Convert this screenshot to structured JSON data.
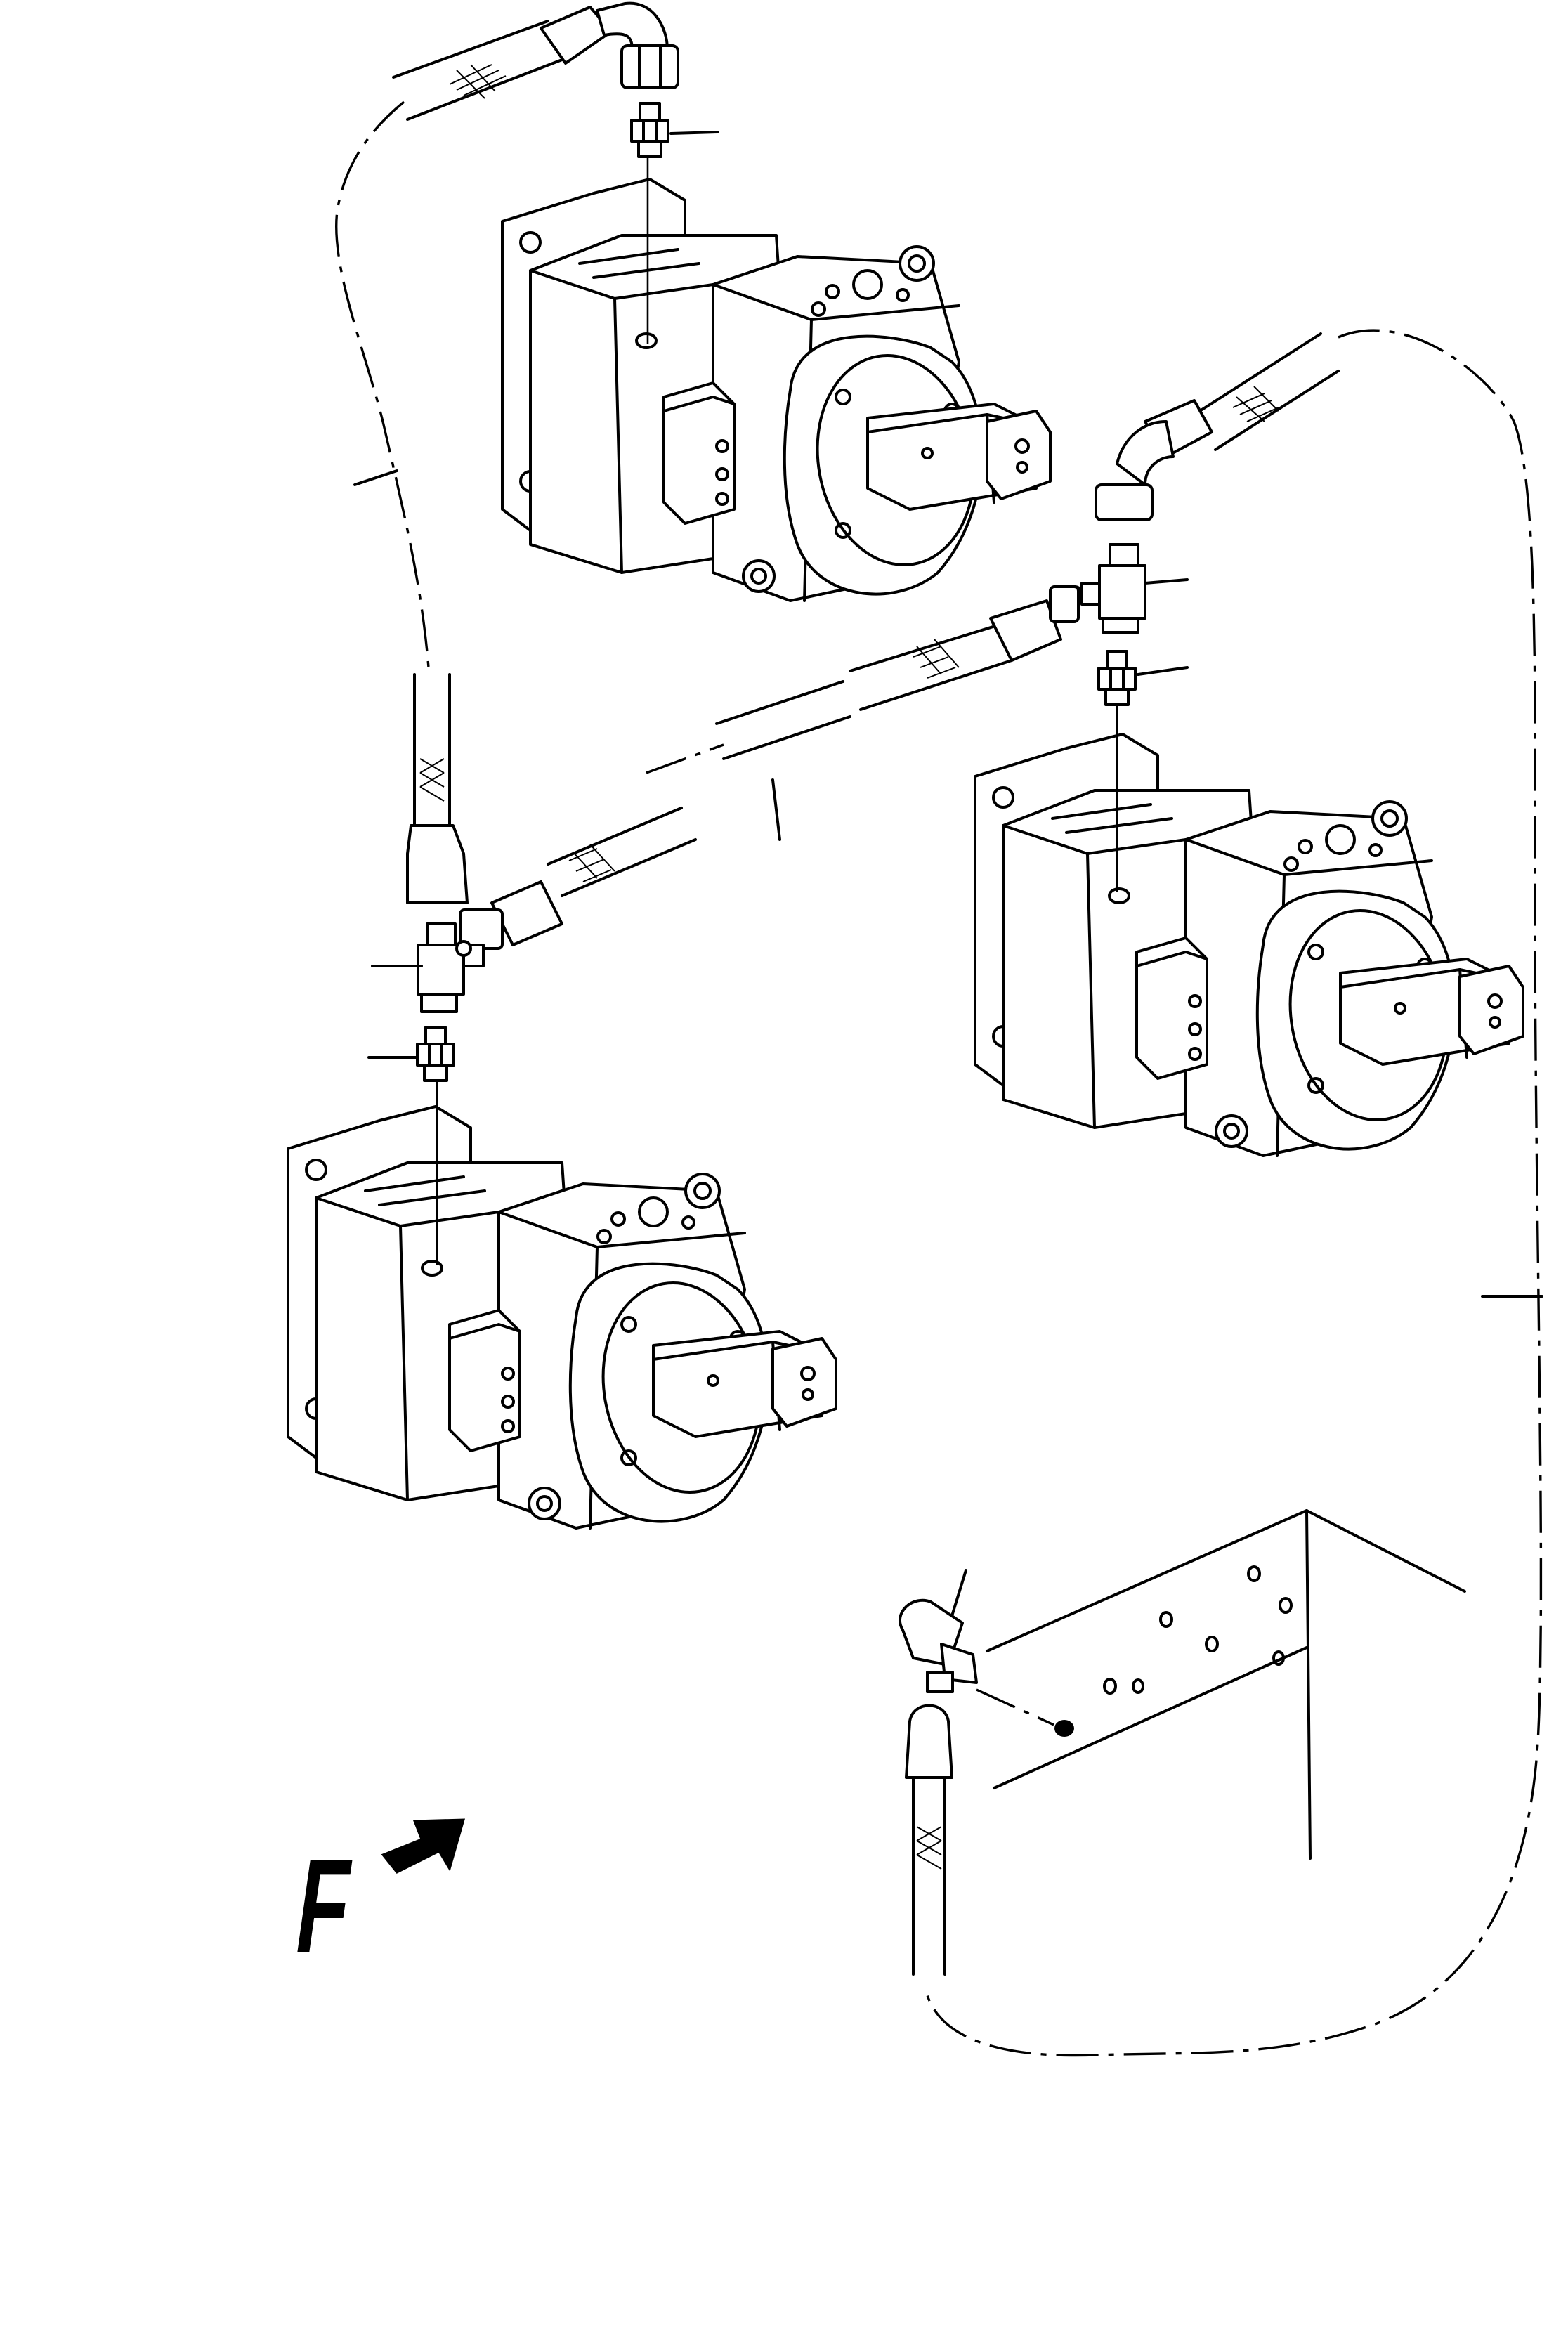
{
  "diagram": {
    "direction_label": "F",
    "components": [
      {
        "id": "motor-top",
        "kind": "hydraulic-motor"
      },
      {
        "id": "motor-right",
        "kind": "hydraulic-motor"
      },
      {
        "id": "motor-left",
        "kind": "hydraulic-motor"
      },
      {
        "id": "tank-port",
        "kind": "drain-tank"
      }
    ],
    "icons": {
      "direction": "arrow-right-icon"
    }
  }
}
